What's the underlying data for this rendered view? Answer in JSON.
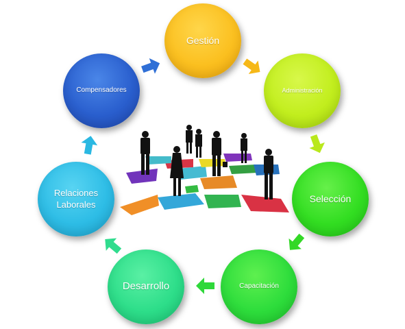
{
  "nodes": {
    "gestion": "Gestión",
    "administracion": "Administración",
    "seleccion": "Selección",
    "capacitacion": "Capacitación",
    "desarrollo": "Desarrollo",
    "relaciones": "Relaciones Laborales",
    "compensadores": "Compensadores"
  },
  "colors": {
    "gestion": "#fbc020",
    "administracion": "#c2ee1e",
    "seleccion": "#33de22",
    "capacitacion": "#2edd3c",
    "desarrollo": "#2ede8a",
    "relaciones": "#2ebde6",
    "compensadores": "#2a5fce"
  },
  "center_image": {
    "icon": "business-people-on-puzzle-pieces-icon"
  }
}
